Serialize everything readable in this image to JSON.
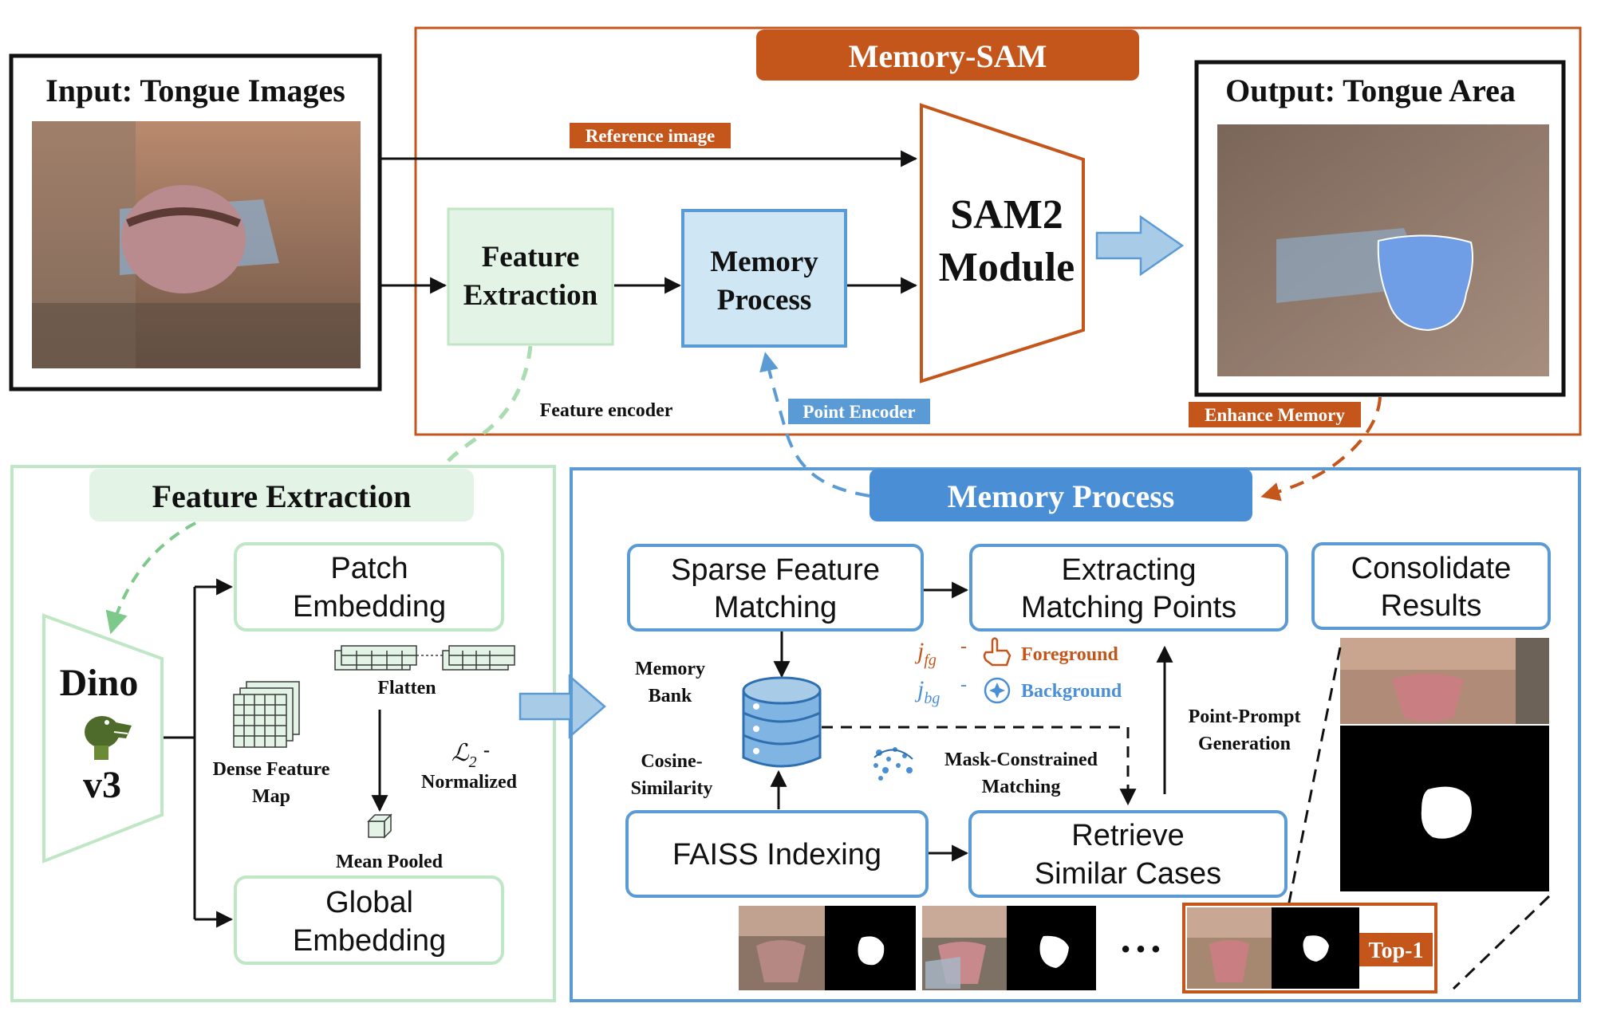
{
  "memory_sam": {
    "title": "Memory-SAM",
    "reference_image_label": "Reference image",
    "feature_encoder_label": "Feature encoder",
    "point_encoder_label": "Point Encoder",
    "enhance_memory_label": "Enhance Memory",
    "feature_extraction_box": [
      "Feature",
      "Extraction"
    ],
    "memory_process_box": [
      "Memory",
      "Process"
    ],
    "sam2_module": [
      "SAM2",
      "Module"
    ]
  },
  "input_panel": {
    "title": "Input: Tongue Images"
  },
  "output_panel": {
    "title": "Output: Tongue Area"
  },
  "feature_extraction_panel": {
    "title": "Feature Extraction",
    "dino": [
      "Dino",
      "v3"
    ],
    "patch_embedding": [
      "Patch",
      "Embedding"
    ],
    "global_embedding": [
      "Global",
      "Embedding"
    ],
    "flatten": "Flatten",
    "dense_feature_map": [
      "Dense Feature",
      "Map"
    ],
    "l2_symbol": "ℒ",
    "l2_sub": "2",
    "l2_dash": "-",
    "normalized": "Normalized",
    "mean_pooled": "Mean Pooled"
  },
  "memory_process_panel": {
    "title": "Memory Process",
    "sparse_feature_matching": [
      "Sparse Feature",
      "Matching"
    ],
    "extracting_matching_points": [
      "Extracting",
      "Matching Points"
    ],
    "consolidate_results": [
      "Consolidate",
      "Results"
    ],
    "memory_bank": [
      "Memory",
      "Bank"
    ],
    "cosine_similarity": [
      "Cosine-",
      "Similarity"
    ],
    "faiss_indexing": "FAISS Indexing",
    "retrieve_similar_cases": [
      "Retrieve",
      "Similar Cases"
    ],
    "mask_constrained_matching": [
      "Mask-Constrained",
      "Matching"
    ],
    "point_prompt_generation": [
      "Point-Prompt",
      "Generation"
    ],
    "j_fg": "j",
    "j_fg_sub": "fg",
    "j_bg": "j",
    "j_bg_sub": "bg",
    "foreground": "Foreground",
    "background": "Background",
    "legend_dash": "-",
    "ellipsis": "• • •",
    "top1": "Top-1"
  },
  "colors": {
    "orange": "#c4561c",
    "blue": "#5b9bd5",
    "light_blue_fill": "#cfe6f4",
    "green": "#a9dcb0",
    "green_fill": "#e3f4e6",
    "dark": "#111111"
  }
}
